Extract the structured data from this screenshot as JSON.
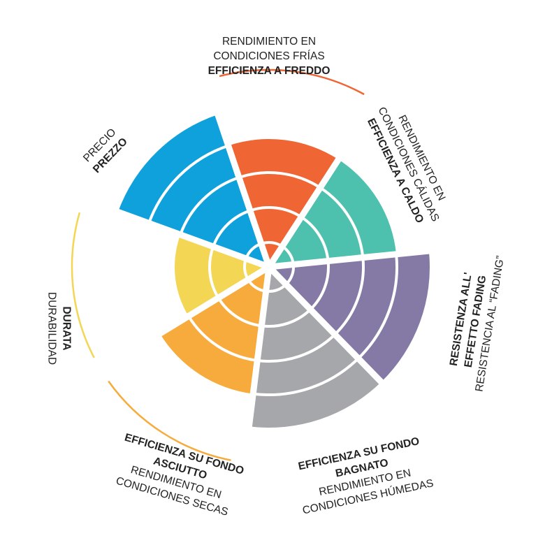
{
  "chart_data": {
    "type": "polar-area",
    "rings": 5,
    "segments": [
      {
        "name": "efficienza-a-freddo",
        "level": 5,
        "color": "#0ea1dc",
        "labels": [
          {
            "text": "RENDIMIENTO EN",
            "bold": false
          },
          {
            "text": "CONDICIONES FRÍAS",
            "bold": false
          },
          {
            "text": "EFFICIENZA A FREDDO",
            "bold": true
          }
        ]
      },
      {
        "name": "efficienza-a-caldo",
        "level": 4,
        "color": "#ef6533",
        "arc_color": "#ef6533",
        "labels": [
          {
            "text": "RENDIMIENTO EN",
            "bold": false
          },
          {
            "text": "CONDICIONES CÁLIDAS",
            "bold": false
          },
          {
            "text": "EFFICIENZA A CALDO",
            "bold": true
          }
        ]
      },
      {
        "name": "resistenza-fading",
        "level": 4,
        "color": "#4ec0ae",
        "labels": [
          {
            "text": "RESISTENZA ALL'",
            "bold": true
          },
          {
            "text": "EFFETTO FADING",
            "bold": true
          },
          {
            "text": "RESISTENCIA AL “FADING”",
            "bold": false
          }
        ]
      },
      {
        "name": "efficienza-bagnato",
        "level": 5,
        "color": "#857aa6",
        "labels": [
          {
            "text": "EFFICIENZA SU FONDO",
            "bold": true
          },
          {
            "text": "BAGNATO",
            "bold": true
          },
          {
            "text": "RENDIMIENTO EN",
            "bold": false
          },
          {
            "text": "CONDICIONES HÚMEDAS",
            "bold": false
          }
        ]
      },
      {
        "name": "efficienza-asciutto",
        "level": 5,
        "color": "#a6a7aa",
        "labels": [
          {
            "text": "EFFICIENZA SU FONDO",
            "bold": true
          },
          {
            "text": "ASCIUTTO",
            "bold": true
          },
          {
            "text": "RENDIMIENTO EN",
            "bold": false
          },
          {
            "text": "CONDICIONES SECAS",
            "bold": false
          }
        ]
      },
      {
        "name": "durata",
        "level": 4,
        "color": "#f7ab3c",
        "arc_color": "#f7ab3c",
        "labels": [
          {
            "text": "DURATA",
            "bold": true
          },
          {
            "text": "DURABILIDAD",
            "bold": false
          }
        ]
      },
      {
        "name": "prezzo",
        "level": 3,
        "color": "#f3d653",
        "arc_color": "#f3d653",
        "labels": [
          {
            "text": "PRECIO",
            "bold": false
          },
          {
            "text": "PREZZO",
            "bold": true
          }
        ]
      }
    ]
  }
}
